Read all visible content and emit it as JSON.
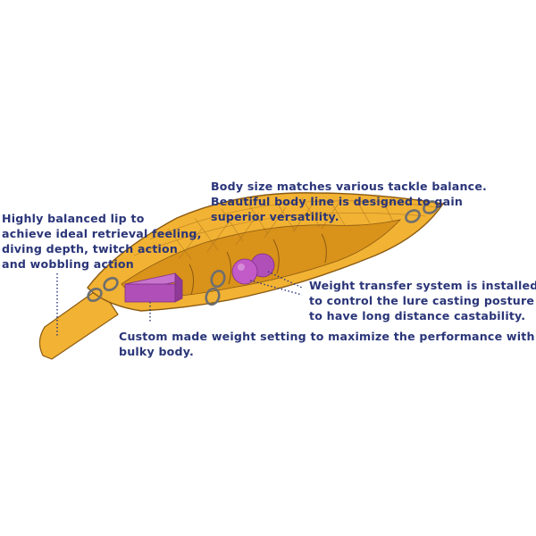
{
  "colors": {
    "body_fill": "#f2b233",
    "body_shade": "#d9921a",
    "outline": "#8a5a12",
    "weight_magenta": "#b14fb8",
    "text_navy": "#2a3578",
    "hardware_grey": "#6d6e70"
  },
  "callouts": {
    "lip": {
      "lines": [
        "Highly balanced lip to",
        "achieve ideal retrieval feeling,",
        "diving depth, twitch action",
        "and wobbling action"
      ]
    },
    "body": {
      "lines": [
        "Body size matches various tackle balance.",
        "Beautiful body line is designed to gain",
        "superior versatility."
      ]
    },
    "weight_transfer": {
      "lines": [
        "Weight transfer system is installed",
        "to control the lure casting posture",
        "to have long distance castability."
      ]
    },
    "custom_weight": {
      "lines": [
        "Custom made weight setting to maximize the performance with",
        "bulky body."
      ]
    }
  }
}
